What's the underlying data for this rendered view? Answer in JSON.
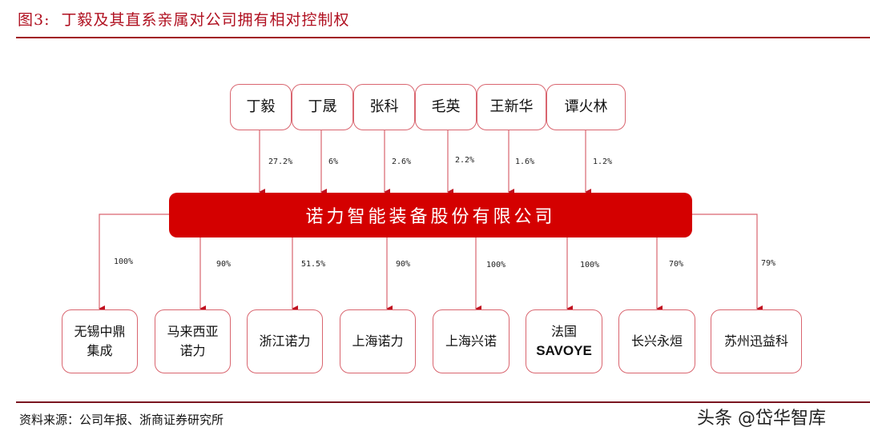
{
  "figure": {
    "label": "图3:",
    "title": "丁毅及其直系亲属对公司拥有相对控制权"
  },
  "shareholders": [
    {
      "name": "丁毅",
      "stake": "27.2%"
    },
    {
      "name": "丁晟",
      "stake": "6%"
    },
    {
      "name": "张科",
      "stake": "2.6%"
    },
    {
      "name": "毛英",
      "stake": "2.2%"
    },
    {
      "name": "王新华",
      "stake": "1.6%"
    },
    {
      "name": "谭火林",
      "stake": "1.2%"
    }
  ],
  "company": {
    "name": "诺力智能装备股份有限公司"
  },
  "subsidiaries": [
    {
      "line1": "无锡中鼎",
      "line2": "集成",
      "stake": "100%"
    },
    {
      "line1": "马来西亚",
      "line2": "诺力",
      "stake": "90%"
    },
    {
      "line1": "浙江诺力",
      "line2": "",
      "stake": "51.5%"
    },
    {
      "line1": "上海诺力",
      "line2": "",
      "stake": "90%"
    },
    {
      "line1": "上海兴诺",
      "line2": "",
      "stake": "100%"
    },
    {
      "line1": "法国",
      "line2": "SAVOYE",
      "stake": "100%"
    },
    {
      "line1": "长兴永烜",
      "line2": "",
      "stake": "70%"
    },
    {
      "line1": "苏州迅益科",
      "line2": "",
      "stake": "79%"
    }
  ],
  "footer": {
    "source": "资料来源：公司年报、浙商证券研究所",
    "watermark": "头条 @岱华智库"
  },
  "colors": {
    "accent": "#d40000",
    "title": "#b01020",
    "box_border": "#d9656f",
    "connector": "#d9656f"
  }
}
